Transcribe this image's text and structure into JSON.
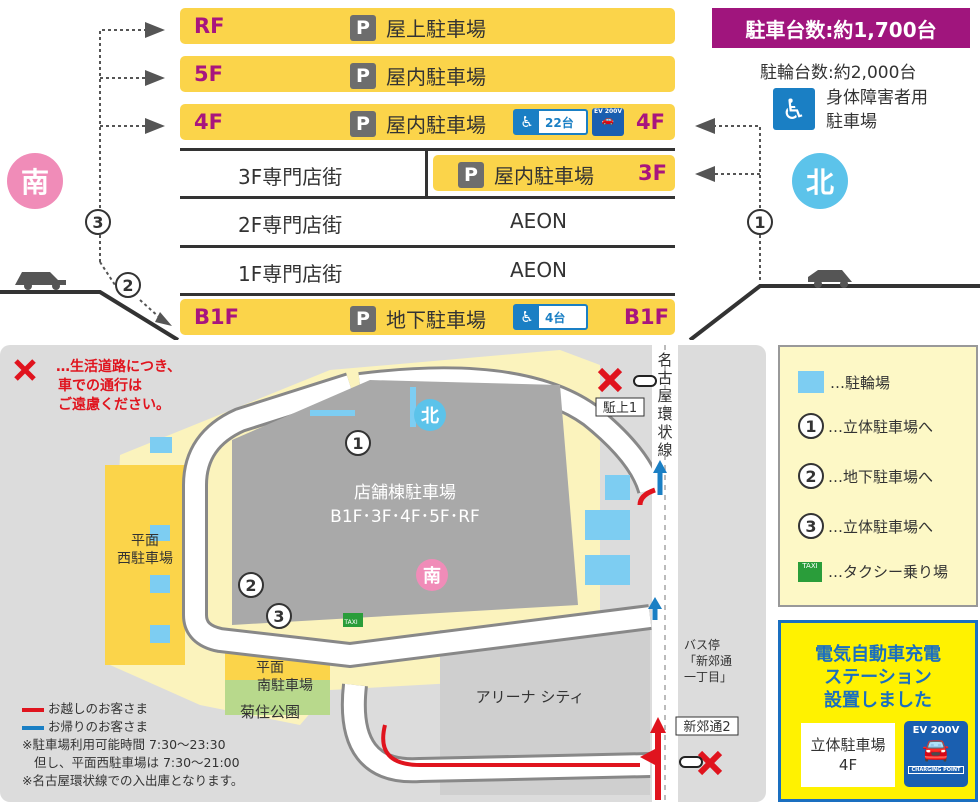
{
  "floors": {
    "rf": {
      "floor": "RF",
      "label": "屋上駐車場"
    },
    "f5": {
      "floor": "5F",
      "label": "屋内駐車場"
    },
    "f4": {
      "floor_left": "4F",
      "floor_right": "4F",
      "label": "屋内駐車場",
      "accessible_count": "22台",
      "ev_label": "EV 200V",
      "ev_sub": "CHARGING POINT"
    },
    "f3": {
      "shops": "3F専門店街",
      "floor": "3F",
      "label": "屋内駐車場"
    },
    "f2": {
      "shops": "2F専門店街",
      "tenant": "AEON"
    },
    "f1": {
      "shops": "1F専門店街",
      "tenant": "AEON"
    },
    "b1": {
      "floor_left": "B1F",
      "floor_right": "B1F",
      "label": "地下駐車場",
      "accessible_count": "4台"
    }
  },
  "parking_sign": "P",
  "summary": {
    "cars": "駐車台数:約1,700台",
    "bikes": "駐輪台数:約2,000台",
    "accessible": "身体障害者用",
    "accessible2": "駐車場"
  },
  "directions": {
    "south": "南",
    "north": "北",
    "route1": "1",
    "route2": "2",
    "route3": "3"
  },
  "map": {
    "warning_line1": "…生活道路につき、",
    "warning_line2": "車での通行は",
    "warning_line3": "ご遠慮ください。",
    "building": "店舗棟駐車場",
    "building_floors": "B1F･3F･4F･5F･RF",
    "north": "北",
    "south": "南",
    "west_lot1": "平面",
    "west_lot2": "西駐車場",
    "south_lot1": "平面",
    "south_lot2": "南駐車場",
    "park": "菊住公園",
    "arena": "アリーナ シティ",
    "road": [
      "名",
      "古",
      "屋",
      "環",
      "状",
      "線"
    ],
    "signal1": "駈上1",
    "signal2": "新郊通2",
    "bus_stop": [
      "バス停",
      "「新郊通",
      "一丁目」"
    ],
    "taxi": "TAXI",
    "arrive": "お越しのお客さま",
    "leave": "お帰りのお客さま",
    "note1": "※駐車場利用可能時間 7:30〜23:30",
    "note2": "但し、平面西駐車場は 7:30〜21:00",
    "note3": "※名古屋環状線での入出庫となります。"
  },
  "legend": {
    "bike": "…駐輪場",
    "r1": "…立体駐車場へ",
    "r2": "…地下駐車場へ",
    "r3": "…立体駐車場へ",
    "taxi": "…タクシー乗り場"
  },
  "ev_notice": {
    "line1": "電気自動車充電",
    "line2": "ステーション",
    "line3": "設置しました",
    "place": "立体駐車場",
    "floor": "4F",
    "ev": "EV 200V",
    "cp": "CHARGING POINT"
  },
  "colors": {
    "bar": "#fbd44a",
    "floor_text": "#a8157e",
    "accent_blue": "#1a7fc4",
    "south": "#f08cb8",
    "north": "#5cc3ea",
    "red": "#e0141e"
  }
}
